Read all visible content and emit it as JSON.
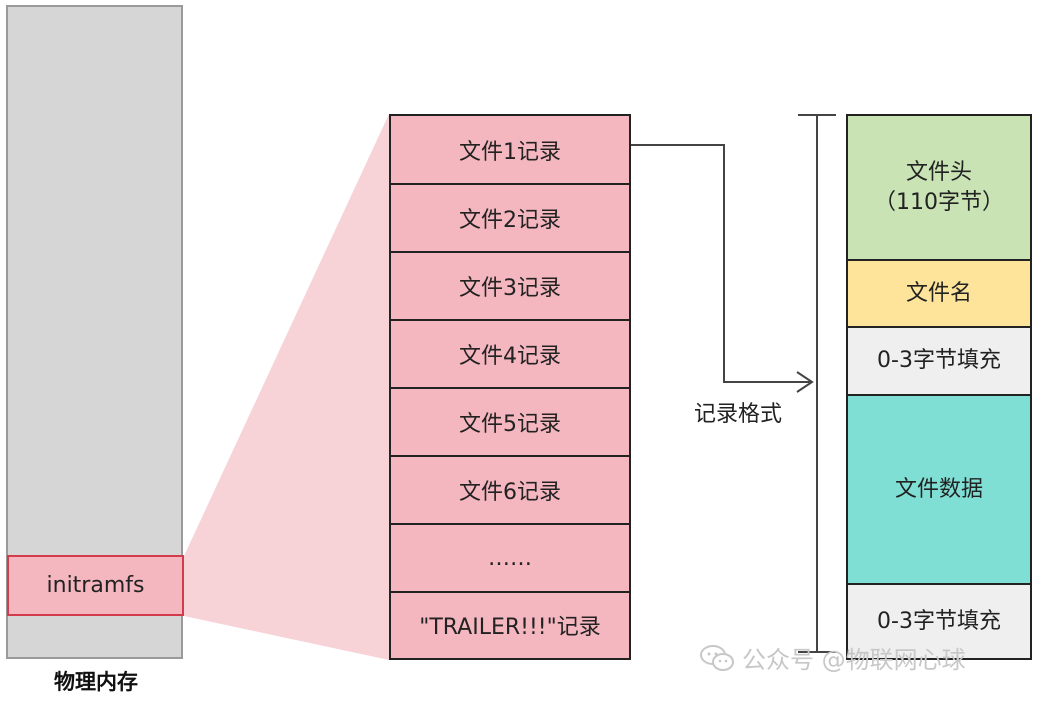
{
  "memory": {
    "segment_label": "initramfs",
    "caption": "物理内存"
  },
  "records": [
    "文件1记录",
    "文件2记录",
    "文件3记录",
    "文件4记录",
    "文件5记录",
    "文件6记录",
    "……",
    "\"TRAILER!!!\"记录"
  ],
  "format_label": "记录格式",
  "format": {
    "header_line1": "文件头",
    "header_line2": "（110字节）",
    "filename": "文件名",
    "padding1": "0-3字节填充",
    "data": "文件数据",
    "padding2": "0-3字节填充"
  },
  "watermark": "公众号 @物联网心球",
  "colors": {
    "record_fill": "#f4b6bf",
    "initramfs_border": "#d13b4b",
    "memory_fill": "#d6d6d6",
    "header_fill": "#c9e3b4",
    "filename_fill": "#fde49a",
    "padding_fill": "#efefef",
    "data_fill": "#7fdfd5"
  }
}
